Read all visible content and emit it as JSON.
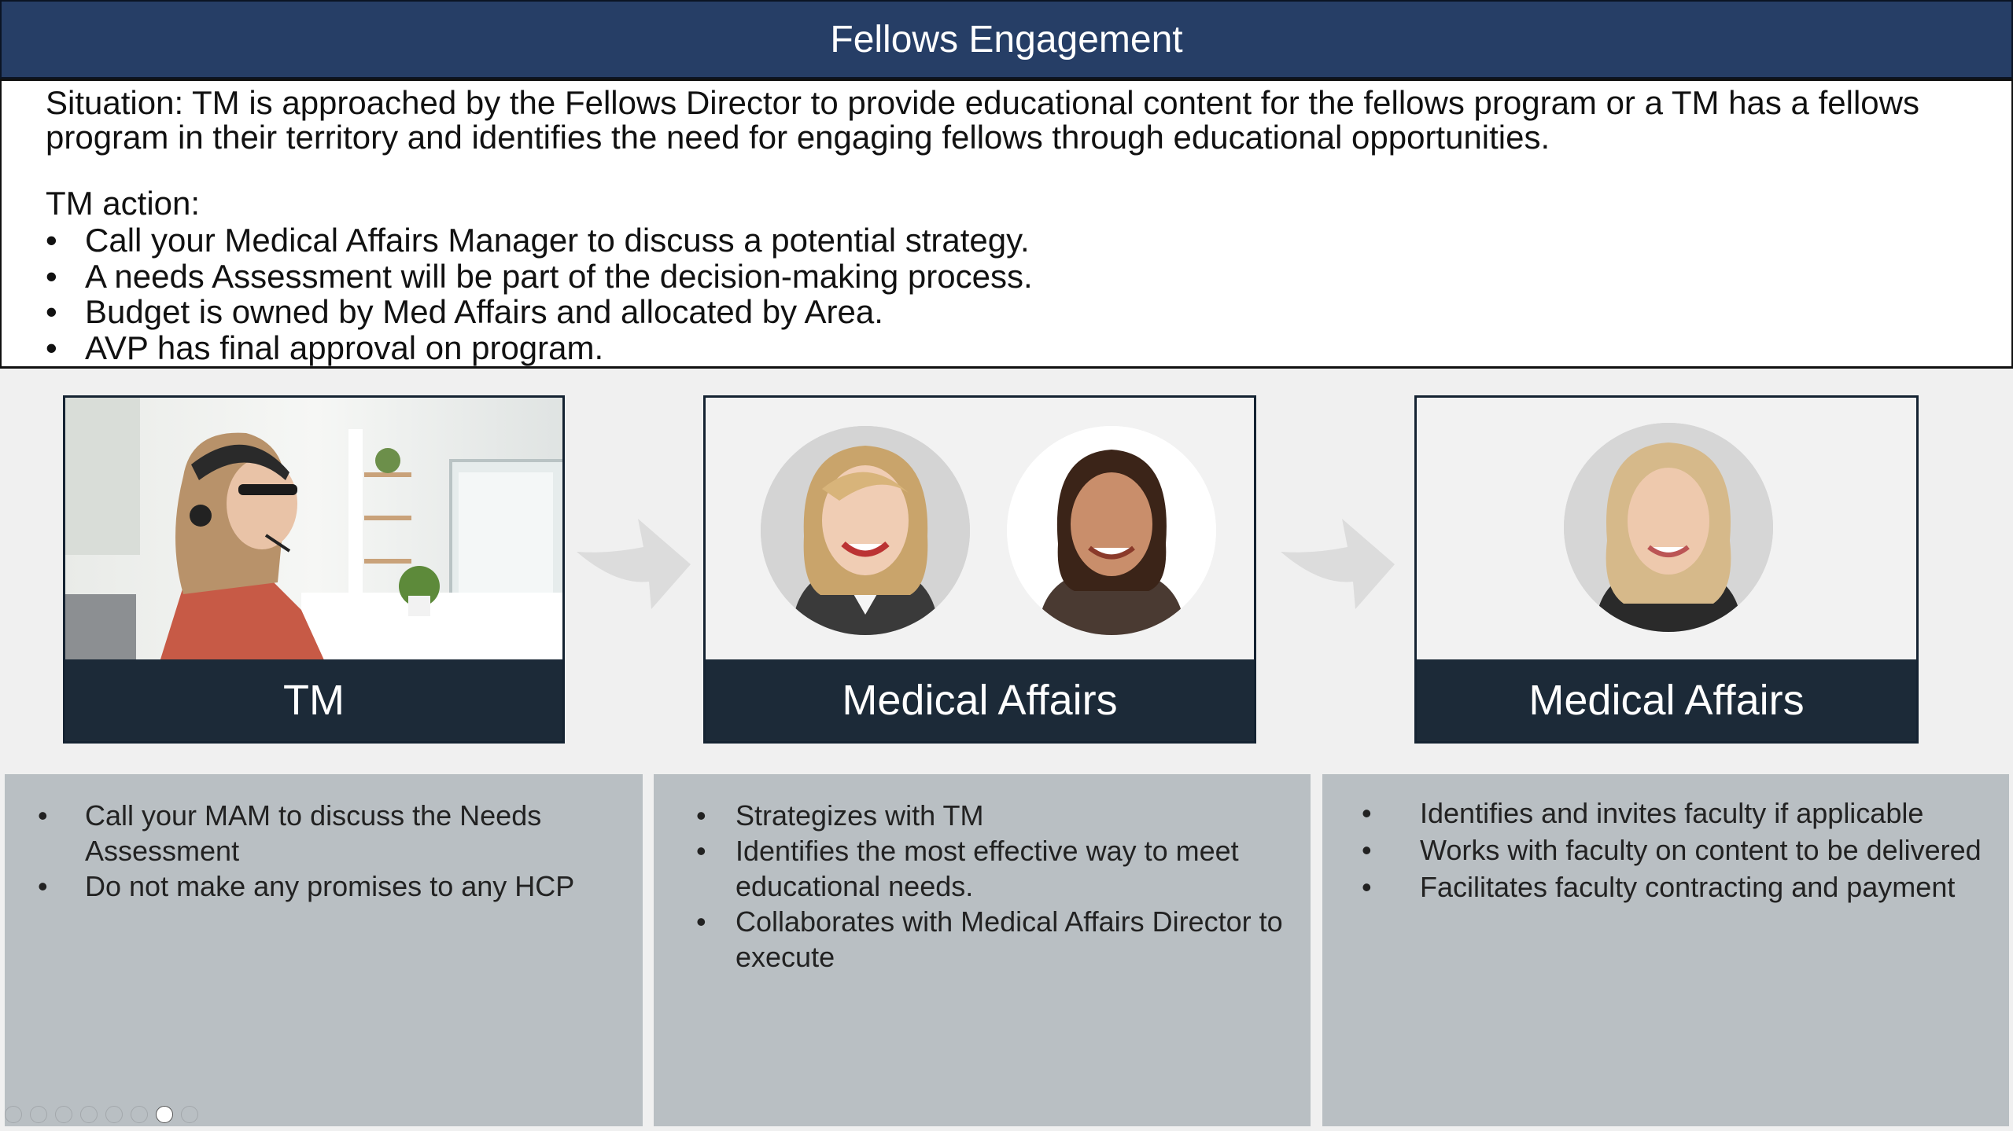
{
  "header": {
    "title": "Fellows Engagement"
  },
  "situation": {
    "paragraph": "Situation: TM is approached by the Fellows Director to provide educational content for the fellows program or a TM has a fellows program in their territory and identifies the need for engaging fellows through educational opportunities.",
    "action_heading": "TM action:",
    "actions": [
      "Call your Medical Affairs Manager to discuss a potential strategy.",
      "A needs Assessment will be part of the decision-making process.",
      "Budget is owned by Med Affairs and allocated by Area.",
      "AVP has final approval on program."
    ]
  },
  "cards": [
    {
      "label": "TM"
    },
    {
      "label": "Medical Affairs"
    },
    {
      "label": "Medical Affairs"
    }
  ],
  "panels": [
    {
      "items": [
        "Call your MAM to discuss the Needs Assessment",
        "Do not make any promises to any HCP"
      ]
    },
    {
      "items": [
        "Strategizes with TM",
        "Identifies the most effective way to meet educational needs.",
        "Collaborates with Medical Affairs Director to execute"
      ]
    },
    {
      "items": [
        "Identifies and invites faculty if applicable",
        "Works with faculty on content to be delivered",
        "Facilitates faculty contracting and payment"
      ]
    }
  ],
  "colors": {
    "title_bar": "#263e66",
    "label_bar": "#1c2a38",
    "panel_bg": "#b9bfc3",
    "arrow": "#dcdcdc"
  },
  "icons": [
    "chevron-arrow-icon",
    "person-photo",
    "headset-icon"
  ]
}
